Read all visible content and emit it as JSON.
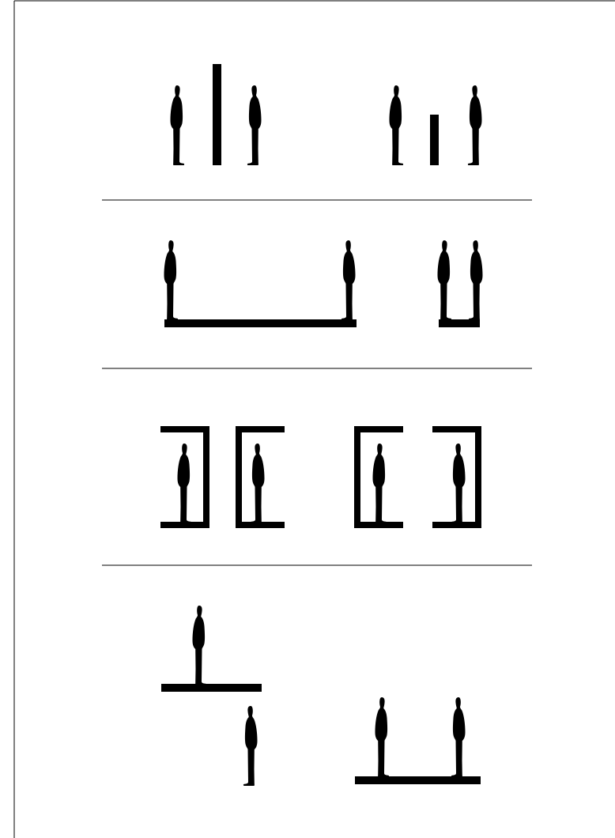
{
  "diagram": {
    "colors": {
      "ink": "#000000",
      "paper": "#ffffff",
      "divider": "#000000"
    },
    "panels": [
      {
        "name": "freestanding-walls",
        "items": [
          "tall-wall-between-figures",
          "short-wall-between-figures"
        ]
      },
      {
        "name": "shared-floors",
        "items": [
          "long-floor-two-figures",
          "short-floor-two-figures"
        ]
      },
      {
        "name": "enclosures",
        "items": [
          "facing-away-brackets",
          "facing-toward-brackets"
        ]
      },
      {
        "name": "level-change",
        "items": [
          "raised-platform-over-figure",
          "ground-floor-two-figures"
        ]
      }
    ],
    "icons": {
      "figure": "standing-person-icon",
      "wall": "wall-slab",
      "floor": "floor-slab",
      "bracket": "bracket-enclosure"
    }
  }
}
